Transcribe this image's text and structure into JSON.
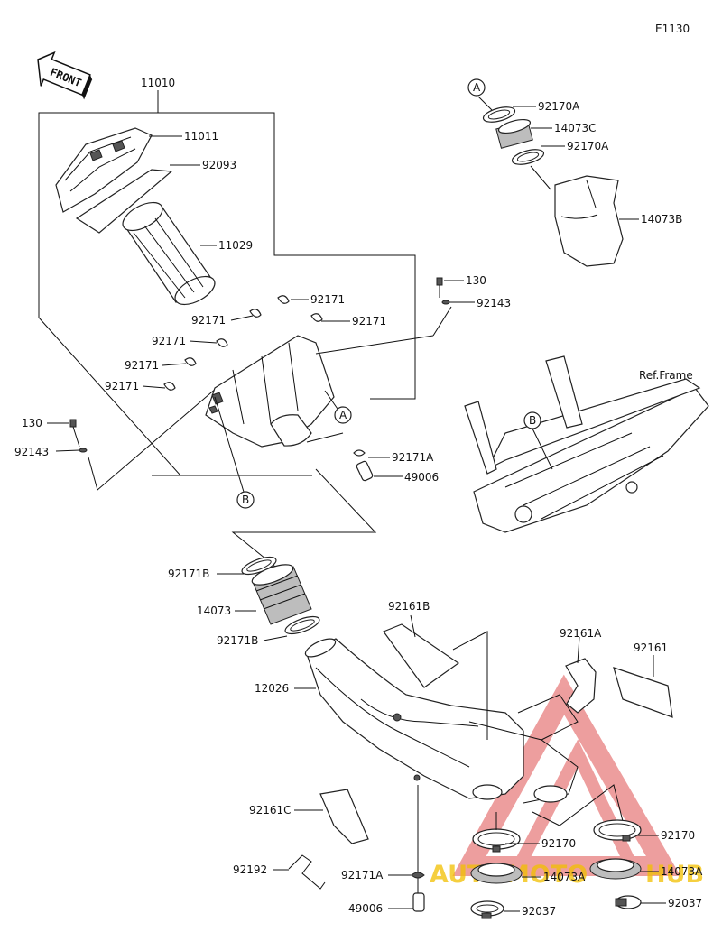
{
  "diagram": {
    "code": "E1130",
    "front_label": "FRONT",
    "ref_frame": "Ref.Frame",
    "markers": {
      "a": "A",
      "b": "B"
    },
    "watermark": {
      "text_a": "AUTO",
      "text_b": "MOTO",
      "text_c": "HUB",
      "color": "#f0a8a8"
    },
    "labels": {
      "p11010": "11010",
      "p11011": "11011",
      "p92093": "92093",
      "p11029": "11029",
      "p92171_a": "92171",
      "p92171_b": "92171",
      "p92171_c": "92171",
      "p92171_d": "92171",
      "p92171_e": "92171",
      "p92171_f": "92171",
      "p130_r": "130",
      "p92143_r": "92143",
      "p130_l": "130",
      "p92143_l": "92143",
      "p92171A_top": "92171A",
      "p49006_top": "49006",
      "p92170A_1": "92170A",
      "p14073C": "14073C",
      "p92170A_2": "92170A",
      "p14073B": "14073B",
      "p92171B_1": "92171B",
      "p14073": "14073",
      "p92171B_2": "92171B",
      "p12026": "12026",
      "p92161B": "92161B",
      "p92161A": "92161A",
      "p92161": "92161",
      "p92161C": "92161C",
      "p92192": "92192",
      "p92171A_bot": "92171A",
      "p49006_bot": "49006",
      "p92170_1": "92170",
      "p92170_2": "92170",
      "p14073A_1": "14073A",
      "p14073A_2": "14073A",
      "p92037_1": "92037",
      "p92037_2": "92037"
    }
  }
}
